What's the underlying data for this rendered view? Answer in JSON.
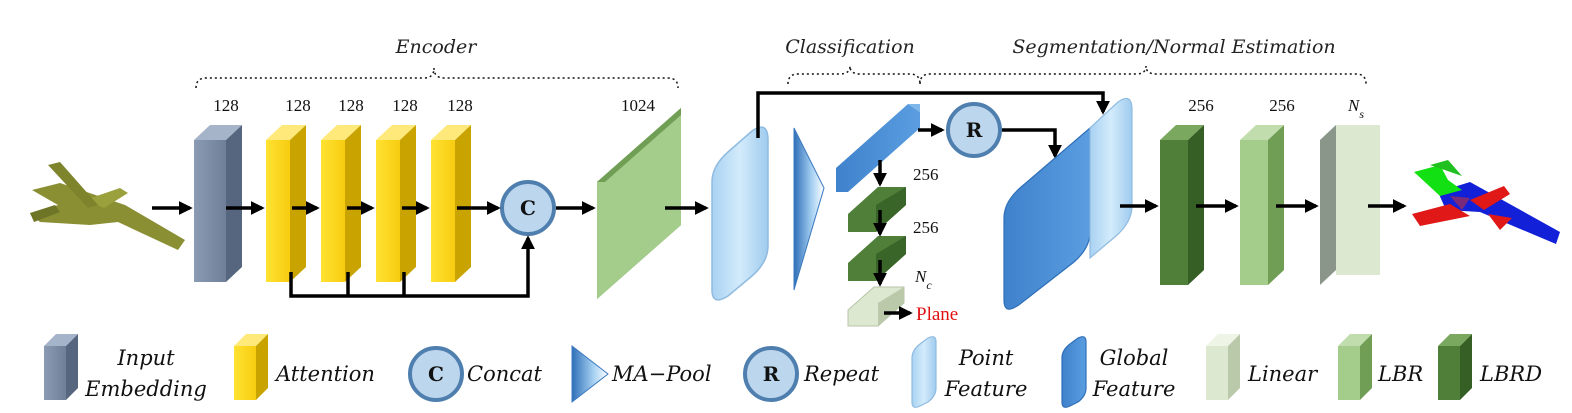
{
  "sections": {
    "encoder": "Encoder",
    "classification": "Classification",
    "segmentation": "Segmentation/Normal Estimation"
  },
  "dims": {
    "embed": "128",
    "att1": "128",
    "att2": "128",
    "att3": "128",
    "att4": "128",
    "lbr_enc": "1024",
    "cls1": "256",
    "cls2": "256",
    "cls_out_base": "N",
    "cls_out_sub": "c",
    "seg1": "256",
    "seg2": "256",
    "seg_out_base": "N",
    "seg_out_sub": "s"
  },
  "ops": {
    "concat": "C",
    "repeat": "R"
  },
  "cls_output": "Plane",
  "legend": {
    "input_embedding_1": "Input",
    "input_embedding_2": "Embedding",
    "attention": "Attention",
    "concat_symbol": "C",
    "concat": "Concat",
    "mapool": "MA−Pool",
    "repeat_symbol": "R",
    "repeat": "Repeat",
    "point_feature_1": "Point",
    "point_feature_2": "Feature",
    "global_feature_1": "Global",
    "global_feature_2": "Feature",
    "linear": "Linear",
    "lbr": "LBR",
    "lbrd": "LBRD"
  },
  "colors": {
    "embedding": "#7f8fa8",
    "attention": "#fdd817",
    "lbr": "#a4cc8a",
    "lbrd": "#4f7f39",
    "linear": "#dce8d0",
    "point_feature": "#bde0f8",
    "global_feature": "#4a8fd5",
    "circle": "#bcd6ee",
    "plane_text": "#e01010",
    "plane_body": "#8a8f33"
  },
  "icons": {
    "input_cloud": "airplane-point-cloud-icon",
    "output_cloud": "segmented-airplane-point-cloud-icon"
  }
}
